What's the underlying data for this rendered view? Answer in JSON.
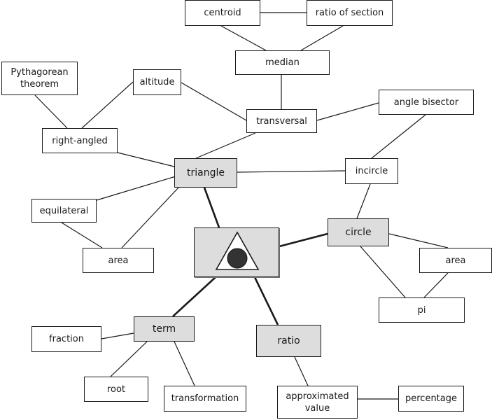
{
  "diagram": {
    "center_symbol": "circle-in-triangle-icon",
    "colors": {
      "main_node_fill": "#dddddd",
      "node_fill": "#ffffff",
      "line": "#1a1a1a",
      "symbol_circle": "#333333"
    },
    "nodes": {
      "centroid": "centroid",
      "ratio_of_section": "ratio of section",
      "median": "median",
      "pythagorean": "Pythagorean\ntheorem",
      "altitude": "altitude",
      "angle_bisector": "angle bisector",
      "transversal": "transversal",
      "right_angled": "right-angled",
      "triangle": "triangle",
      "incircle": "incircle",
      "equilateral": "equilateral",
      "circle": "circle",
      "area_left": "area",
      "area_right": "area",
      "pi": "pi",
      "term": "term",
      "ratio": "ratio",
      "fraction": "fraction",
      "root": "root",
      "transformation": "transformation",
      "approx_value": "approximated\nvalue",
      "percentage": "percentage"
    }
  }
}
